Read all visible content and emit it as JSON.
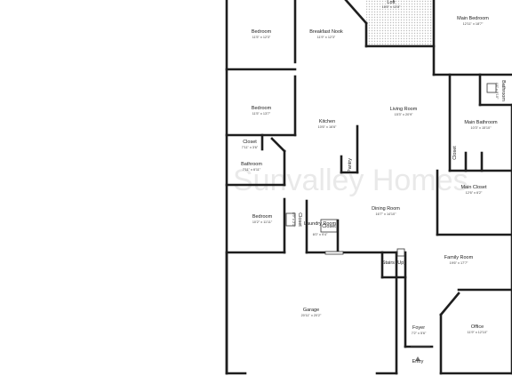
{
  "colors": {
    "wall": "#1e1e1e",
    "thin_wall": "#333333",
    "patio_hatch": "#bdbdbd",
    "background": "#ffffff",
    "watermark": "#cfcfcf"
  },
  "watermark": {
    "text": "Sunvalley Homes"
  },
  "rooms": [
    {
      "id": "loft",
      "name": "Loft",
      "dims": "16'6\" x 13'8\""
    },
    {
      "id": "bedroom-top",
      "name": "Bedroom",
      "dims": "11'5\" x 12'3\""
    },
    {
      "id": "breakfast-nook",
      "name": "Breakfast Nook",
      "dims": "11'9\" x 12'3\""
    },
    {
      "id": "main-bedroom",
      "name": "Main Bedroom",
      "dims": "12'11\" x 18'7\""
    },
    {
      "id": "bedroom-middle",
      "name": "Bedroom",
      "dims": "11'5\" x 13'7\""
    },
    {
      "id": "kitchen",
      "name": "Kitchen",
      "dims": "10'6\" x 16'6\""
    },
    {
      "id": "living-room",
      "name": "Living Room",
      "dims": "15'3\" x 20'9\""
    },
    {
      "id": "main-bath-small",
      "name": "Bathroom",
      "dims": "4'4\" x 8'10\""
    },
    {
      "id": "main-bathroom",
      "name": "Main Bathroom",
      "dims": "10'3\" x 15'10\""
    },
    {
      "id": "closet-left",
      "name": "Closet",
      "dims": "7'11\" x 3'6\""
    },
    {
      "id": "bathroom-left",
      "name": "Bathroom",
      "dims": "7'11\" x 6'11\""
    },
    {
      "id": "pantry",
      "name": "Pantry",
      "dims": ""
    },
    {
      "id": "closet-main",
      "name": "Closet",
      "dims": ""
    },
    {
      "id": "main-closet",
      "name": "Main Closet",
      "dims": "12'6\" x 6'2\""
    },
    {
      "id": "bedroom-bottom",
      "name": "Bedroom",
      "dims": "10'2\" x 11'11\""
    },
    {
      "id": "closet-hall",
      "name": "Closet",
      "dims": ""
    },
    {
      "id": "closet-laundry",
      "name": "Closet",
      "dims": "5'9\" x 2'1\""
    },
    {
      "id": "laundry-room",
      "name": "Laundry Room",
      "dims": "6'0\" x 9'4\""
    },
    {
      "id": "dining-room",
      "name": "Dining Room",
      "dims": "16'7\" x 14'10\""
    },
    {
      "id": "stairs",
      "name": "Stairs (Up)",
      "dims": ""
    },
    {
      "id": "family-room",
      "name": "Family Room",
      "dims": "19'6\" x 17'7\""
    },
    {
      "id": "garage",
      "name": "Garage",
      "dims": "20'11\" x 20'2\""
    },
    {
      "id": "foyer",
      "name": "Foyer",
      "dims": "7'2\" x 5'6\""
    },
    {
      "id": "office",
      "name": "Office",
      "dims": "11'9\" x 12'10\""
    },
    {
      "id": "entry",
      "name": "Entry",
      "dims": ""
    }
  ]
}
